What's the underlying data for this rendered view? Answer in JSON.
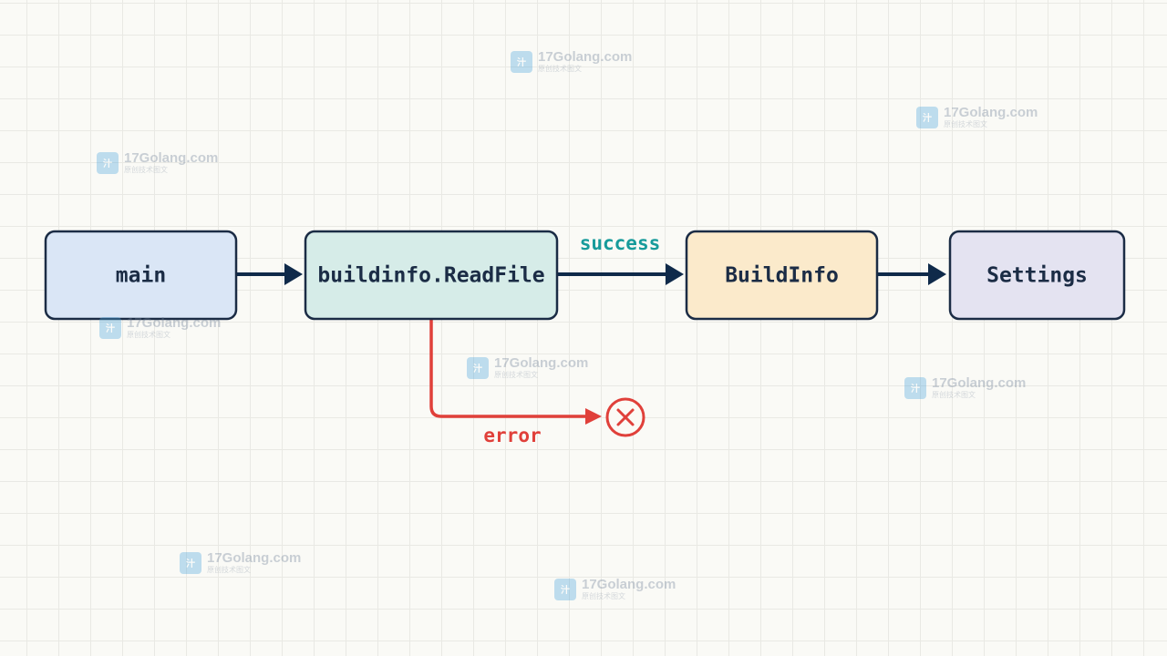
{
  "nodes": {
    "main": {
      "label": "main",
      "fill": "#dae6f6"
    },
    "readfile": {
      "label": "buildinfo.ReadFile",
      "fill": "#d6ece8"
    },
    "buildinfo": {
      "label": "BuildInfo",
      "fill": "#fbeacb"
    },
    "settings": {
      "label": "Settings",
      "fill": "#e4e3f1"
    }
  },
  "edges": {
    "success_label": "success",
    "error_label": "error"
  },
  "colors": {
    "node_border": "#1b2c45",
    "arrow": "#0f2a4a",
    "success": "#179b9b",
    "error": "#e0403a"
  },
  "icons": {
    "error_end": "x-circle-icon"
  },
  "watermark": {
    "icon": "site-logo-icon",
    "title": "17Golang.com",
    "subtitle": "原创技术图文"
  }
}
